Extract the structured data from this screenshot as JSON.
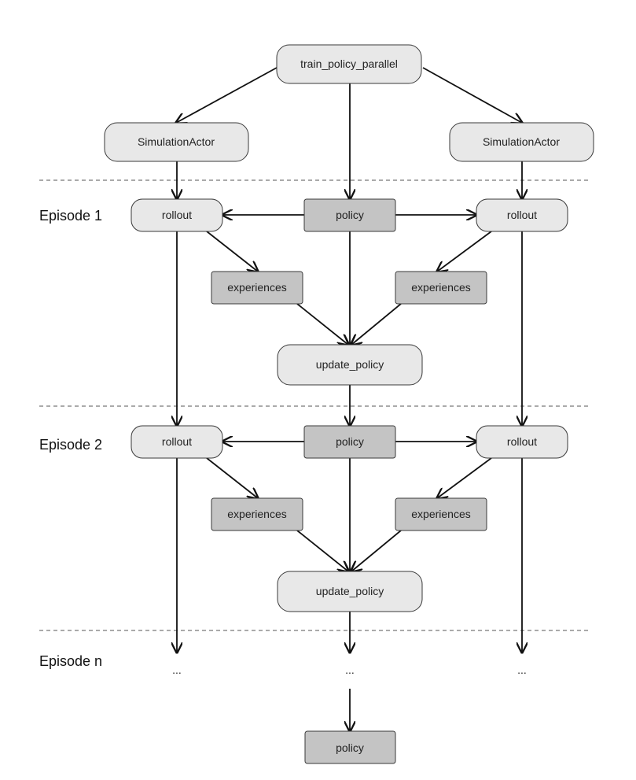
{
  "colors": {
    "node_light": "#e8e8e8",
    "node_dark": "#c4c4c4",
    "stroke": "#3a3a3a",
    "separator": "#777777"
  },
  "nodes": {
    "train": "train_policy_parallel",
    "actor_left": "SimulationActor",
    "actor_right": "SimulationActor",
    "e1_rollout_left": "rollout",
    "e1_policy": "policy",
    "e1_rollout_right": "rollout",
    "e1_exp_left": "experiences",
    "e1_exp_right": "experiences",
    "e1_update": "update_policy",
    "e2_rollout_left": "rollout",
    "e2_policy": "policy",
    "e2_rollout_right": "rollout",
    "e2_exp_left": "experiences",
    "e2_exp_right": "experiences",
    "e2_update": "update_policy",
    "final_policy": "policy"
  },
  "episodes": {
    "ep1": "Episode 1",
    "ep2": "Episode 2",
    "epn": "Episode n"
  },
  "ellipsis": {
    "left": "...",
    "center": "...",
    "right": "..."
  }
}
